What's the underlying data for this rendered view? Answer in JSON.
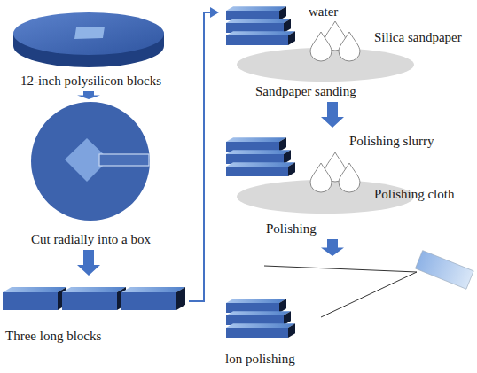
{
  "diagram": {
    "nodes": [
      {
        "text": [
          "12-inch polysilicon blocks"
        ]
      },
      {
        "text": [
          "Cut radially into a box"
        ]
      },
      {
        "text": [
          "Three long blocks"
        ]
      },
      {
        "text": [
          "Sandpaper sanding"
        ]
      },
      {
        "text": [
          "Polishing"
        ]
      },
      {
        "text": [
          "lon polishing"
        ]
      }
    ],
    "edges": [
      {
        "from": 0,
        "to": 1,
        "arrow": "to"
      },
      {
        "from": 1,
        "to": 2,
        "arrow": "to"
      },
      {
        "from": 2,
        "to": 3,
        "arrow": "to"
      },
      {
        "from": 3,
        "to": 4,
        "arrow": "to"
      },
      {
        "from": 4,
        "to": 5,
        "arrow": "to"
      }
    ],
    "labels": [
      "water",
      "Silica sandpaper",
      "Polishing slurry",
      "Polishing cloth"
    ]
  }
}
